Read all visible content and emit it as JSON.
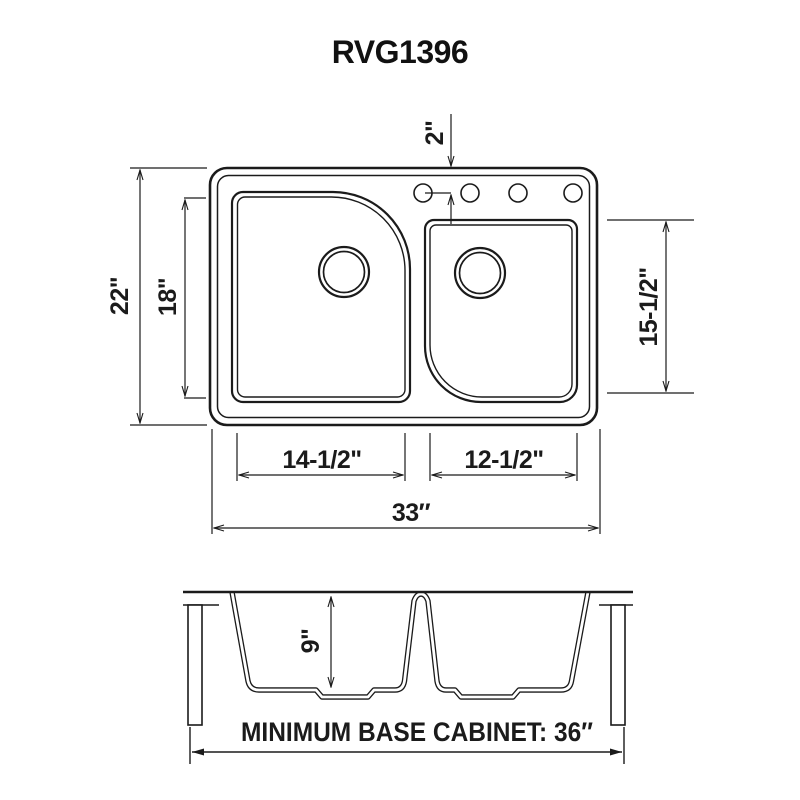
{
  "title": "RVG1396",
  "top_view": {
    "description": "sink plan view with two bowls and four faucet holes",
    "faucet_holes": 4,
    "dimensions": {
      "hole_offset": "2\"",
      "overall_depth": "22\"",
      "left_bowl_depth": "18\"",
      "right_bowl_depth": "15-1/2\"",
      "left_bowl_width": "14-1/2\"",
      "right_bowl_width": "12-1/2\"",
      "overall_width": "33″"
    }
  },
  "front_view": {
    "description": "sink front section view in base cabinet",
    "dimensions": {
      "bowl_depth": "9\""
    },
    "note": "MINIMUM BASE CABINET: 36″"
  },
  "colors": {
    "line": "#1b1b1b",
    "background": "#ffffff"
  }
}
